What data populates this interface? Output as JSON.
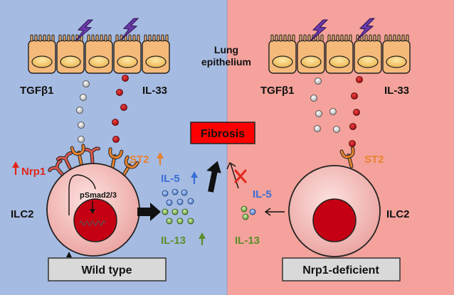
{
  "labels": {
    "lung_epithelium_line1": "Lung",
    "lung_epithelium_line2": "epithelium",
    "tgfb1_left": "TGFβ1",
    "il33_left": "IL-33",
    "tgfb1_right": "TGFβ1",
    "il33_right": "IL-33",
    "fibrosis": "Fibrosis",
    "nrp1": "Nrp1",
    "st2_left": "ST2",
    "st2_right": "ST2",
    "psmad": "pSmad2/3",
    "il5_left": "IL-5",
    "il13_left": "IL-13",
    "il5_right": "IL-5",
    "il13_right": "IL-13",
    "ilc2_left": "ILC2",
    "ilc2_right": "ILC2",
    "wild_type": "Wild type",
    "nrp1_deficient": "Nrp1-deficient"
  },
  "colors": {
    "left_panel_bg": "#a6bbe1",
    "right_panel_bg": "#f4a29b",
    "cell_fill": "#f0b5b2",
    "nucleus": "#c40012",
    "fibrosis_box": "#ff0000",
    "nrp1_red": "#e1261c",
    "st2_orange": "#e8822f",
    "il5_blue": "#3a6ed6",
    "il13_green": "#5b8e2a",
    "tgf_grey": "#b8b8b8",
    "il33_red": "#b8141c",
    "lightning_purple": "#6a3aa9"
  },
  "icons": [
    "lightning-icon",
    "up-arrow-icon",
    "cross-mark-icon",
    "receptor-icon"
  ]
}
